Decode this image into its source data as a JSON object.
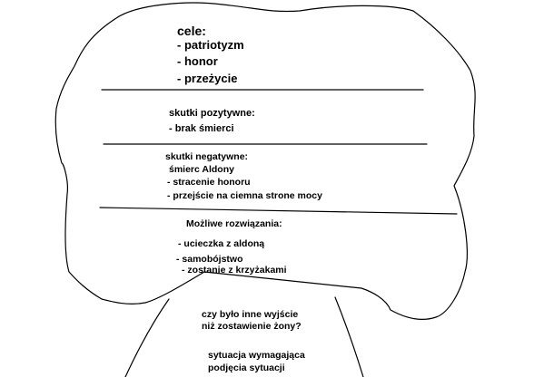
{
  "goals": {
    "heading": "cele:",
    "items": [
      "- patriotyzm",
      "- honor",
      "- przeżycie"
    ]
  },
  "positive": {
    "heading": "skutki pozytywne:",
    "items": [
      "- brak śmierci"
    ]
  },
  "negative": {
    "heading": "skutki negatywne:",
    "items": [
      "śmierc Aldony",
      "- stracenie honoru",
      "- przejście na ciemna strone mocy"
    ]
  },
  "solutions": {
    "heading": "Możliwe rozwiązania:",
    "items": [
      "- ucieczka z aldoną",
      "- samobójstwo",
      "- zostanie z krzyżakami"
    ]
  },
  "question": {
    "line1": "czy było inne wyjście",
    "line2": "niż zostawienie żony?"
  },
  "conclusion": {
    "line1": "sytuacja wymagająca",
    "line2": "podjęcia sytuacji"
  }
}
